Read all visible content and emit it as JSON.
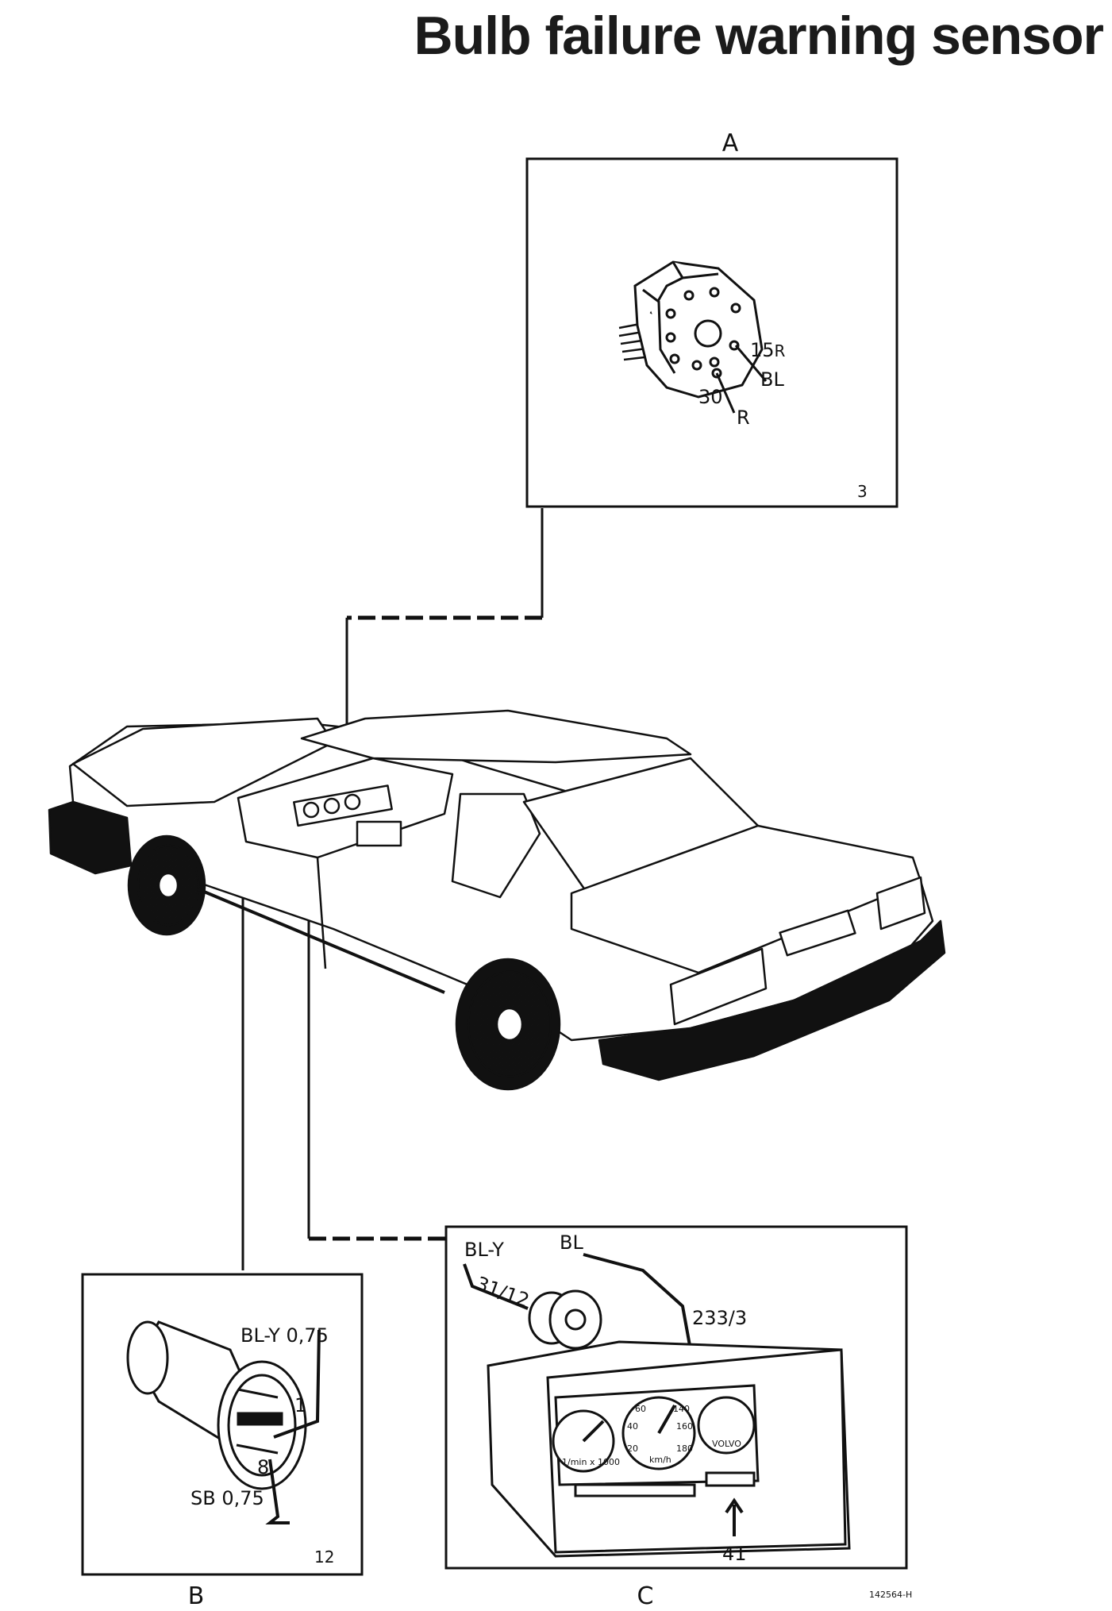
{
  "title": "Bulb failure warning sensor",
  "panel_a": {
    "letter": "A",
    "page_no": "3",
    "pin_15": "15",
    "pin_15_sub": "R",
    "wire_bl": "BL",
    "pin_30": "30",
    "wire_r": "R"
  },
  "panel_b": {
    "letter": "B",
    "page_no": "12",
    "wire_top": "BL-Y 0,75",
    "pin_1": "1",
    "pin_8": "8",
    "wire_bottom": "SB 0,75"
  },
  "panel_c": {
    "letter": "C",
    "wire_bly": "BL-Y",
    "wire_bl": "BL",
    "ref_31": "31/12",
    "ref_233": "233/3",
    "pos_41": "41",
    "brand": "VOLVO",
    "speed_ticks": [
      "20",
      "40",
      "60",
      "140",
      "160",
      "180"
    ],
    "speed_unit": "km/h",
    "rpm_unit": "1/min x 1000"
  },
  "figure_ref": "142564-H"
}
